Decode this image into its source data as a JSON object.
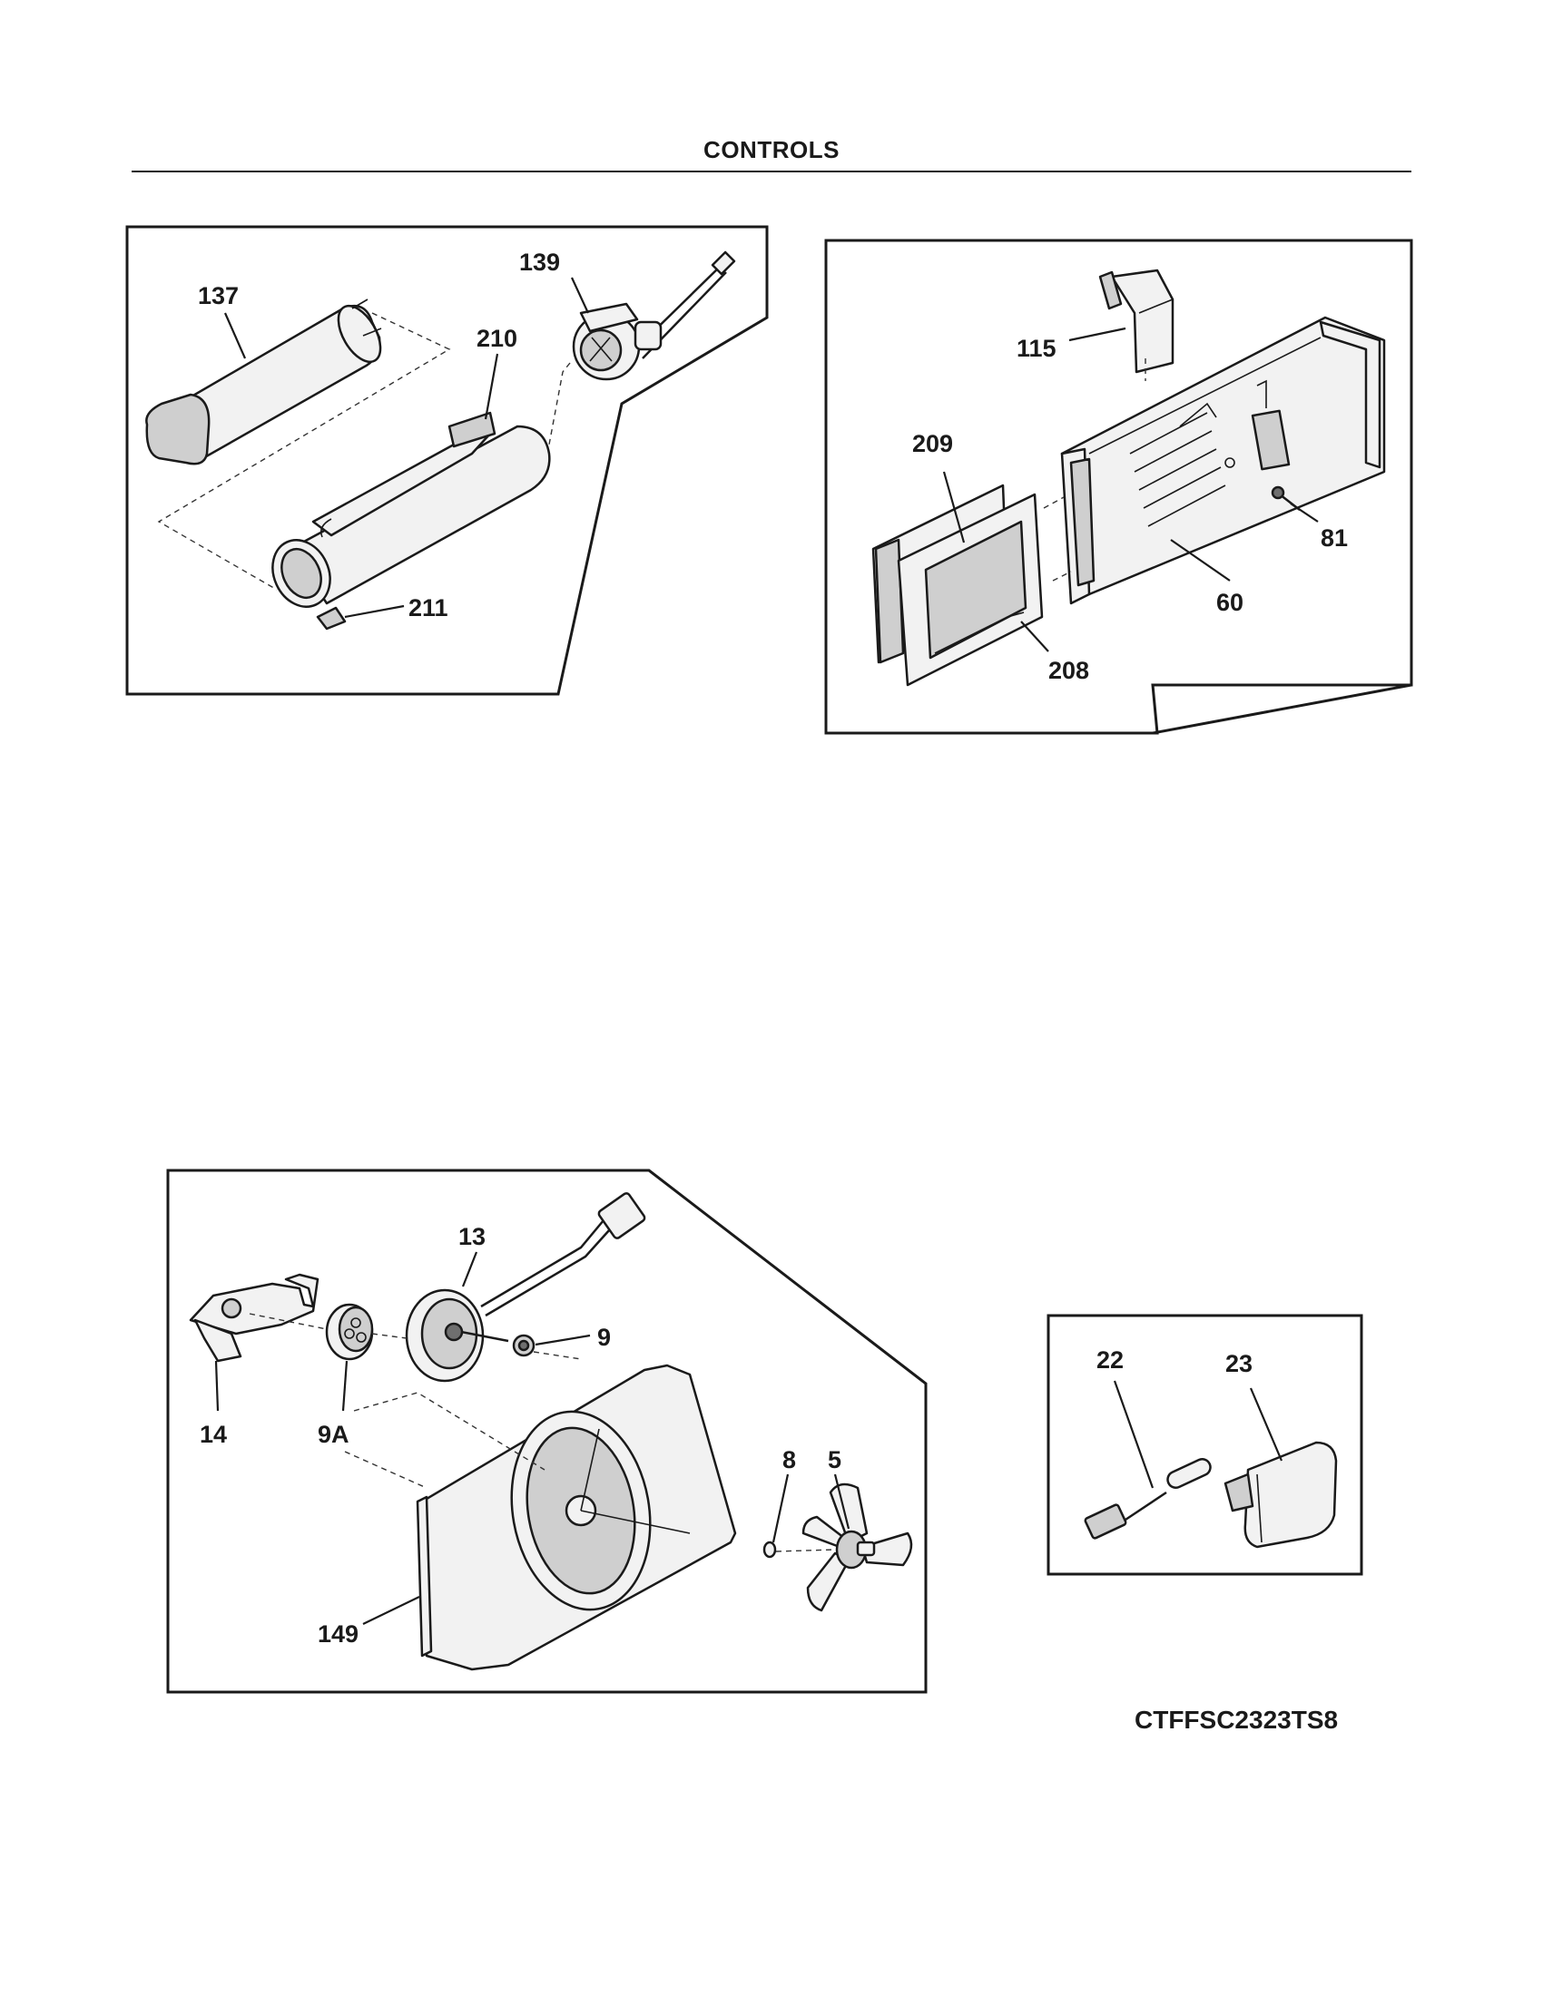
{
  "header": {
    "title": "CONTROLS"
  },
  "footer": {
    "model_number": "CTFFSC2323TS8"
  },
  "panels": {
    "top_left": {
      "callouts": [
        "137",
        "139",
        "210",
        "211"
      ]
    },
    "top_right": {
      "callouts": [
        "115",
        "209",
        "81",
        "60",
        "208"
      ]
    },
    "bottom_left": {
      "callouts": [
        "13",
        "9",
        "14",
        "9A",
        "8",
        "5",
        "149"
      ]
    },
    "bottom_right": {
      "callouts": [
        "22",
        "23"
      ]
    }
  }
}
